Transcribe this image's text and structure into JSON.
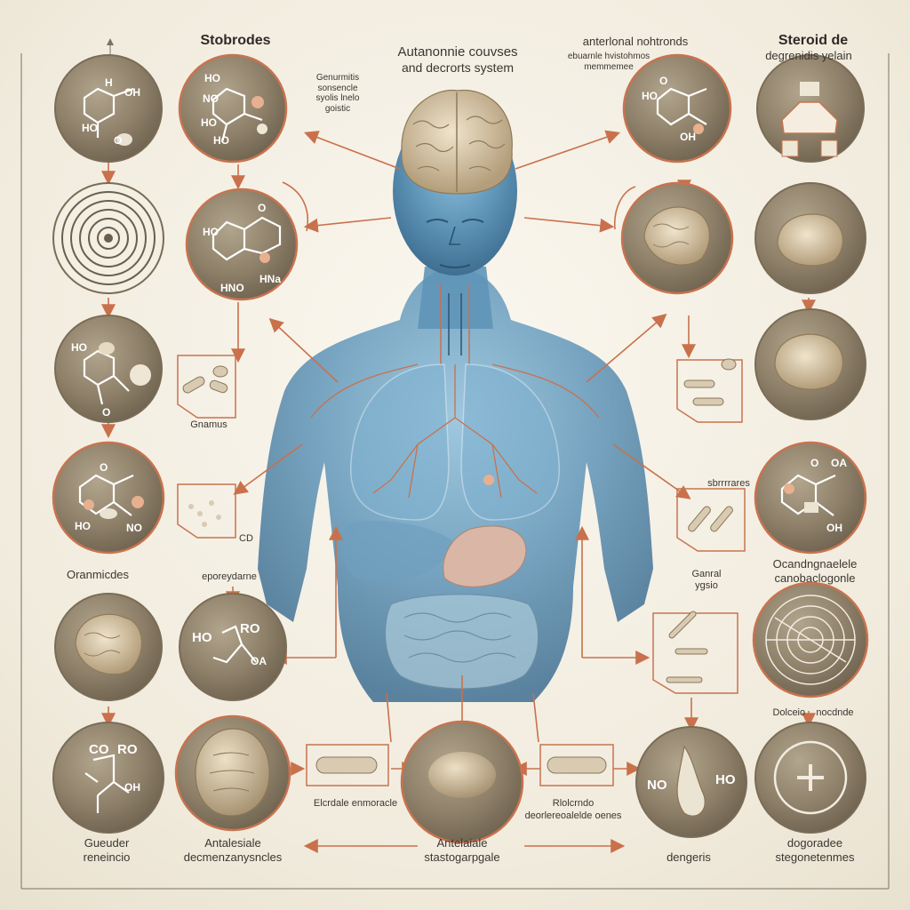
{
  "labels": {
    "top_left_title": "Stobrodes",
    "top_center_title_line1": "Autanonnie couvses",
    "top_center_title_line2": "and decrorts system",
    "top_left_note": "Genurmitis\nsonsencle\nsyolis lnelo\ngoistic",
    "top_right_note_line1": "anterlonal nohtronds",
    "top_right_note_line2": "ebuarnle hvistohmos\nmemmemee",
    "top_right_title_line1": "Steroid de",
    "top_right_title_line2": "degrenidis yelain",
    "left_mid_label": "Gnamus",
    "left_lower_label": "Oranmicdes",
    "left_lower_note": "eporeydarne",
    "left_co_label": "CD",
    "right_mid_label": "sbrrrrares",
    "right_general_label": "Ganral\nygsio",
    "right_lower_label_line1": "Ocandngnaelele",
    "right_lower_label_line2": "canobaclogonle",
    "right_bottom_label": "Dolceio    nocdnde",
    "bottom_left_label_line1": "Gueuder",
    "bottom_left_label_line2": "reneincio",
    "bottom_second_label_line1": "Antalesiale",
    "bottom_second_label_line2": "decmenzanysncles",
    "bottom_center_label_line1": "Antelaiale",
    "bottom_center_label_line2": "stastogarpgale",
    "bottom_pill_label_left": "Elcrdale enmoracle",
    "bottom_pill_label_right_line1": "Rlolcrndo",
    "bottom_pill_label_right_line2": "deorlereoalelde oenes",
    "bottom_right_label1": "dengeris",
    "bottom_right_label2_line1": "dogoradee",
    "bottom_right_label2_line2": "stegonetenmes"
  },
  "molecule_text": {
    "m1": [
      "H",
      "OH",
      "O",
      "HO"
    ],
    "m2": [
      "HO",
      "NO",
      "HO",
      "HO"
    ],
    "m3": [
      "O",
      "HO",
      "HNO",
      "HNa"
    ],
    "m4": [
      "O",
      "HO"
    ],
    "m5": [
      "O",
      "HO",
      "NO"
    ],
    "m6": [
      "HO",
      "RO",
      "OA"
    ],
    "m7": [
      "CO",
      "RO",
      "OH"
    ],
    "m8": [
      "O",
      "HO",
      "OH"
    ],
    "m9": [
      "O",
      "OA",
      "OH"
    ],
    "m10": [
      "NO",
      "HO"
    ]
  },
  "colors": {
    "background": "#f1ebdd",
    "circle_fill": "#8d7f68",
    "circle_ring": "#c8734f",
    "arrow": "#c9714c",
    "body_blue": "#5f95b8",
    "text": "#3a3631"
  }
}
